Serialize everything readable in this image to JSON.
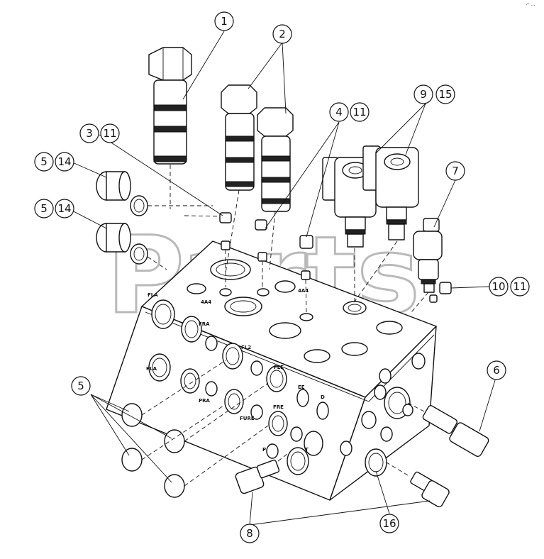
{
  "watermark": "Parts",
  "corner_mark": "⌐ ...",
  "callouts": [
    {
      "id": "c1",
      "label": "1"
    },
    {
      "id": "c2",
      "label": "2"
    },
    {
      "id": "c3",
      "label": "3"
    },
    {
      "id": "c11a",
      "label": "11"
    },
    {
      "id": "c4",
      "label": "4"
    },
    {
      "id": "c11b",
      "label": "11"
    },
    {
      "id": "c9",
      "label": "9"
    },
    {
      "id": "c15",
      "label": "15"
    },
    {
      "id": "c5a",
      "label": "5"
    },
    {
      "id": "c14a",
      "label": "14"
    },
    {
      "id": "c5b",
      "label": "5"
    },
    {
      "id": "c14b",
      "label": "14"
    },
    {
      "id": "c7",
      "label": "7"
    },
    {
      "id": "c10",
      "label": "10"
    },
    {
      "id": "c11c",
      "label": "11"
    },
    {
      "id": "c6",
      "label": "6"
    },
    {
      "id": "c5c",
      "label": "5"
    },
    {
      "id": "c8",
      "label": "8"
    },
    {
      "id": "c16",
      "label": "16"
    }
  ],
  "port_labels": [
    "FLA",
    "FRA",
    "FL2",
    "FLE",
    "PLA",
    "PRA",
    "FRE",
    "FURE",
    "EE",
    "D",
    "P",
    "T",
    "4A4",
    "4A4"
  ]
}
